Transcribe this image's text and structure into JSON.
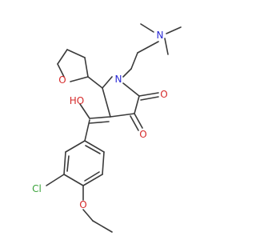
{
  "colors": {
    "bond": "#3a3a3a",
    "oxygen": "#d62a2a",
    "nitrogen": "#2a2ad6",
    "chlorine": "#3aa33a"
  },
  "atoms": {
    "n_amine": "N",
    "n_ring": "N",
    "o_furan": "O",
    "o_hydroxyl": "HO",
    "o_ketone_a": "O",
    "o_ketone_b": "O",
    "cl": "Cl",
    "o_ether": "O"
  }
}
